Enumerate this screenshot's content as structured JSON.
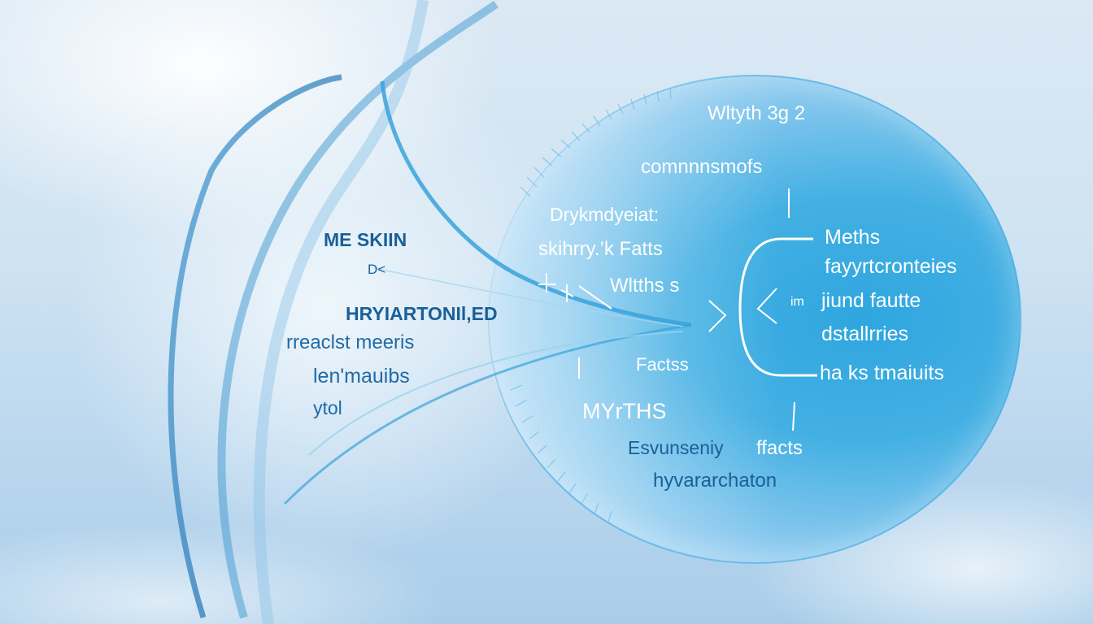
{
  "image": {
    "description": "Stylized illustration of a water splash curving into a large blue circular disc with garbled text about skin hydration myths and facts",
    "colors": {
      "background": "#cfe3f2",
      "circle_center": "#2fa6df",
      "circle_edge": "#c9e4f6",
      "dark_text": "#1a5f98",
      "light_text": "#ffffff"
    }
  },
  "left_labels": {
    "me_skin": "ME SKIIN",
    "d_arrow": "D<",
    "hydrated": "HRYIARTONIl,ED",
    "reacts_meters": "rreaclst meeris",
    "len_mauths": "len'mauibs",
    "ytol": "ytol"
  },
  "circle_text": {
    "title": "Wltyth 3g 2",
    "subtitle": "comnnnsmofs",
    "line_dry": "Drykmdyeiat:",
    "line_skin_facts": "skihrry.’k Fatts",
    "line_withs": "Wltths s",
    "line_facts": "Factss",
    "line_myths": "MYrTHS",
    "line_everyday": "Esvunseniy",
    "line_ffacts": "ffacts",
    "line_hydration": "hyvararchaton"
  },
  "bracket_list": {
    "items": [
      "Meths",
      "fayyrtcronteies",
      "jiund fautte",
      "dstallrries",
      "ha ks tmaiuits"
    ],
    "prefix": "im"
  }
}
